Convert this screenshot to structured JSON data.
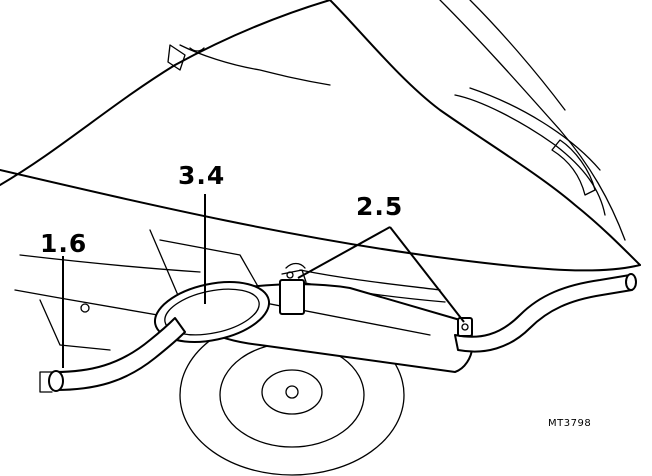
{
  "labels": {
    "tail_pipe": "1.6",
    "silencer": "3.4",
    "mountings": "2.5",
    "figure_ref": "MT3798"
  }
}
